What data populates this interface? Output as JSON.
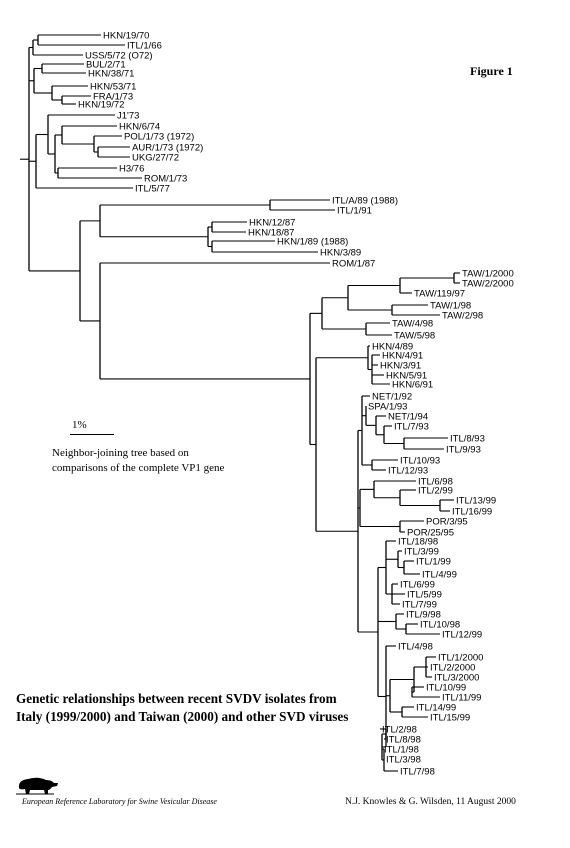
{
  "figure_label": "Figure 1",
  "scale_label": "1%",
  "description_line1": "Neighbor-joining tree based on",
  "description_line2": "comparisons of the complete VP1 gene",
  "caption": "Genetic relationships between recent SVDV isolates from Italy (1999/2000) and Taiwan (2000) and other SVD viruses",
  "lab_name": "European Reference Laboratory for Swine Vesicular Disease",
  "credit": "N.J. Knowles & G. Wilsden, 11 August 2000",
  "logo": "pig-logo-icon",
  "tree": {
    "type": "neighbor-joining",
    "taxa": [
      "HKN/19/70",
      "ITL/1/66",
      "USS/5/72 (O72)",
      "BUL/2/71",
      "HKN/38/71",
      "HKN/53/71",
      "FRA/1/73",
      "HKN/19/72",
      "J1'73",
      "HKN/6/74",
      "POL/1/73 (1972)",
      "AUR/1/73 (1972)",
      "UKG/27/72",
      "H3/76",
      "ROM/1/73",
      "ITL/5/77",
      "ITL/A/89 (1988)",
      "ITL/1/91",
      "HKN/12/87",
      "HKN/18/87",
      "HKN/1/89 (1988)",
      "HKN/3/89",
      "ROM/1/87",
      "TAW/1/2000",
      "TAW/2/2000",
      "TAW/119/97",
      "TAW/1/98",
      "TAW/2/98",
      "TAW/4/98",
      "TAW/5/98",
      "HKN/4/89",
      "HKN/4/91",
      "HKN/3/91",
      "HKN/5/91",
      "HKN/6/91",
      "NET/1/92",
      "SPA/1/93",
      "NET/1/94",
      "ITL/7/93",
      "ITL/8/93",
      "ITL/9/93",
      "ITL/10/93",
      "ITL/12/93",
      "ITL/6/98",
      "ITL/2/99",
      "ITL/13/99",
      "ITL/16/99",
      "POR/3/95",
      "POR/25/95",
      "ITL/18/98",
      "ITL/3/99",
      "ITL/1/99",
      "ITL/4/99",
      "ITL/6/99",
      "ITL/5/99",
      "ITL/7/99",
      "ITL/9/98",
      "ITL/10/98",
      "ITL/12/99",
      "ITL/4/98",
      "ITL/1/2000",
      "ITL/2/2000",
      "ITL/3/2000",
      "ITL/10/99",
      "ITL/11/99",
      "ITL/14/99",
      "ITL/15/99",
      "ITL/2/98",
      "ITL/8/98",
      "ITL/1/98",
      "ITL/3/98",
      "ITL/7/98"
    ]
  }
}
